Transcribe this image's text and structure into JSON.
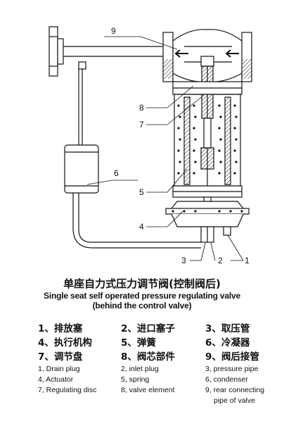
{
  "callouts": [
    "1",
    "2",
    "3",
    "4",
    "5",
    "6",
    "7",
    "8",
    "9"
  ],
  "title": {
    "cn": "单座自力式压力调节阀(控制阀后)",
    "en_line1": "Single seat self operated pressure regulating valve",
    "en_line2": "(behind the control valve)"
  },
  "legend_cn": [
    [
      "1、排放塞",
      "4、执行机构",
      "7、调节盘"
    ],
    [
      "2、进口塞子",
      "5、弹簧",
      "8、阀芯部件"
    ],
    [
      "3、取压管",
      "6、冷凝器",
      "9、阀后接管"
    ]
  ],
  "legend_en": [
    [
      "1, Drain plug",
      "4, Actuator",
      "7, Regulating disc"
    ],
    [
      "2, inlet plug",
      "5, spring",
      "8, valve element"
    ],
    [
      "3, pressure pipe",
      "6, condenser",
      "9, rear connecting",
      "pipe of valve"
    ]
  ],
  "colors": {
    "line": "#111111",
    "accent": "#2a5aa8"
  }
}
